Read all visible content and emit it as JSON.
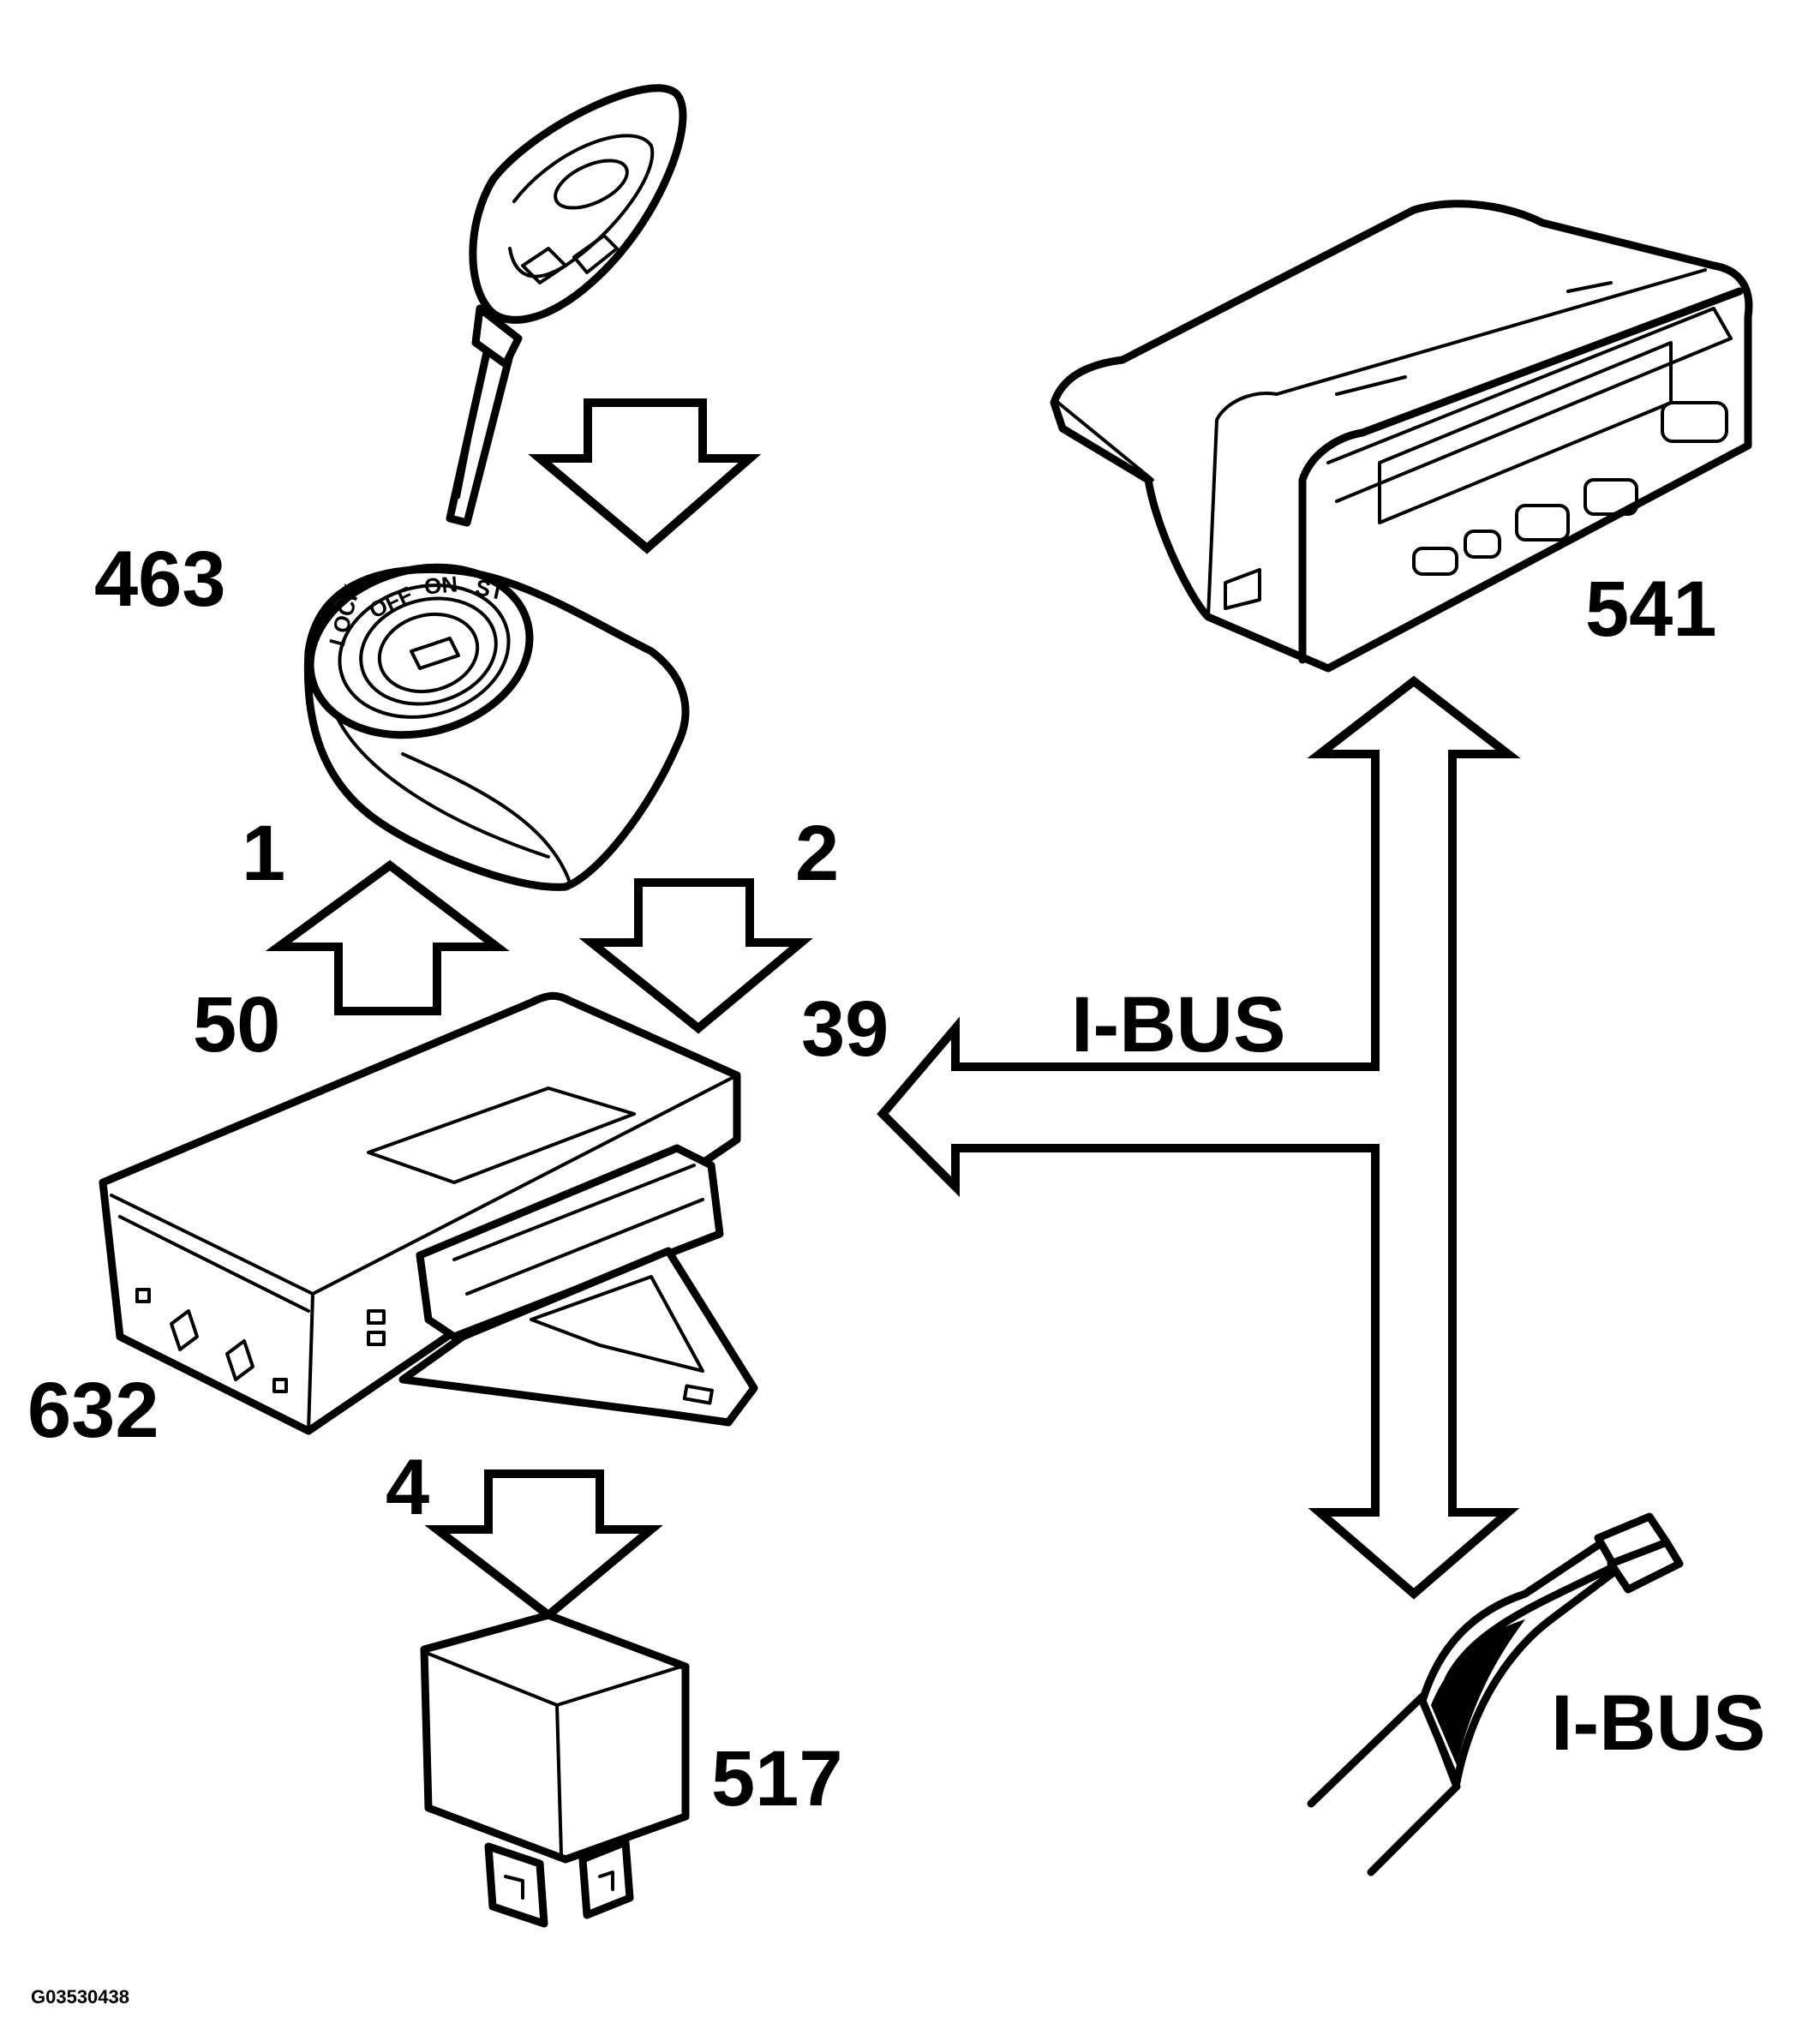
{
  "labels": {
    "key_ignition": "463",
    "terminal_1": "1",
    "terminal_2": "2",
    "terminal_50": "50",
    "terminal_39": "39",
    "control_unit": "632",
    "terminal_4": "4",
    "relay": "517",
    "instrument_cluster": "541",
    "bus_main": "I-BUS",
    "bus_wire": "I-BUS",
    "figure_id": "G03530438"
  },
  "switch_markings": {
    "lock": "LOCK",
    "off": "OFF",
    "on": "ON",
    "st": "ST"
  },
  "colors": {
    "line": "#000000",
    "background": "#ffffff"
  }
}
